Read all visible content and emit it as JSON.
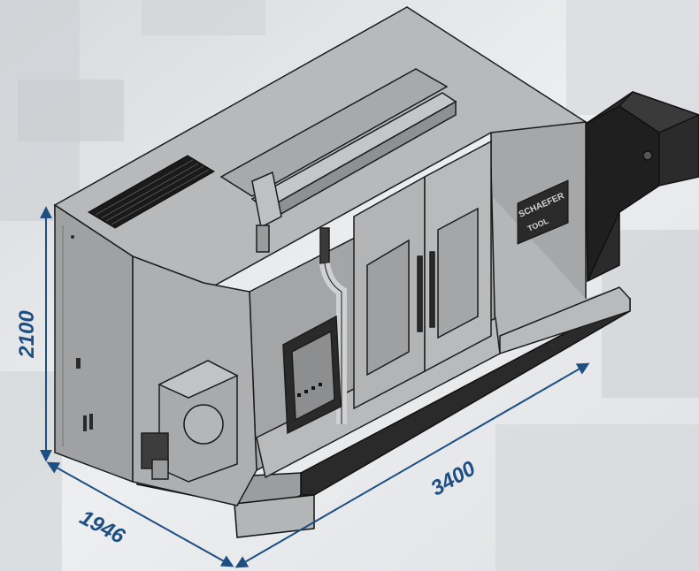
{
  "dimensions": {
    "height": "2100",
    "depth": "1946",
    "length": "3400"
  },
  "branding": {
    "logo_line1": "SCHAEFER",
    "logo_line2": "TOOL"
  },
  "colors": {
    "dimension": "#1d4f82",
    "machine_body": "#a6a7a9",
    "machine_shade": "#8e8f92",
    "machine_top": "#b8b9bb",
    "outline": "#1c1c1c",
    "dark_base": "#262626",
    "background": "#e9eaec"
  }
}
